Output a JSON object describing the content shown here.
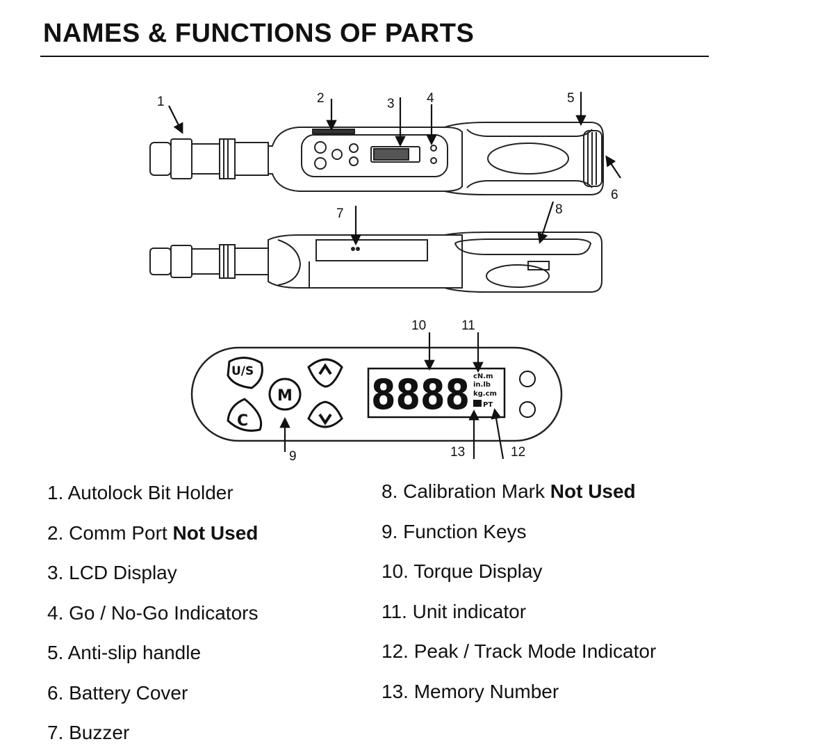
{
  "title": "NAMES & FUNCTIONS OF PARTS",
  "callouts": {
    "c1": "1",
    "c2": "2",
    "c3": "3",
    "c4": "4",
    "c5": "5",
    "c6": "6",
    "c7": "7",
    "c8": "8",
    "c9": "9",
    "c10": "10",
    "c11": "11",
    "c12": "12",
    "c13": "13"
  },
  "panel": {
    "key_us": "U/S",
    "key_m": "M",
    "key_c": "C",
    "digits": "8888",
    "unit_cnm": "cN.m",
    "unit_inlb": "in.lb",
    "unit_kgcm": "kg.cm",
    "mode_pt": "PT"
  },
  "parts_left": [
    {
      "text": "1. Autolock Bit Holder",
      "bold": ""
    },
    {
      "text": "2. Comm Port ",
      "bold": "Not Used"
    },
    {
      "text": "3. LCD Display",
      "bold": ""
    },
    {
      "text": "4. Go / No-Go Indicators",
      "bold": ""
    },
    {
      "text": "5. Anti-slip handle",
      "bold": ""
    },
    {
      "text": "6. Battery Cover",
      "bold": ""
    },
    {
      "text": "7. Buzzer",
      "bold": ""
    }
  ],
  "parts_right": [
    {
      "text": "8. Calibration Mark ",
      "bold": "Not Used"
    },
    {
      "text": "9. Function Keys",
      "bold": ""
    },
    {
      "text": "10. Torque Display",
      "bold": ""
    },
    {
      "text": "11. Unit indicator",
      "bold": ""
    },
    {
      "text": "12. Peak / Track Mode Indicator",
      "bold": ""
    },
    {
      "text": "13.  Memory Number",
      "bold": ""
    }
  ]
}
